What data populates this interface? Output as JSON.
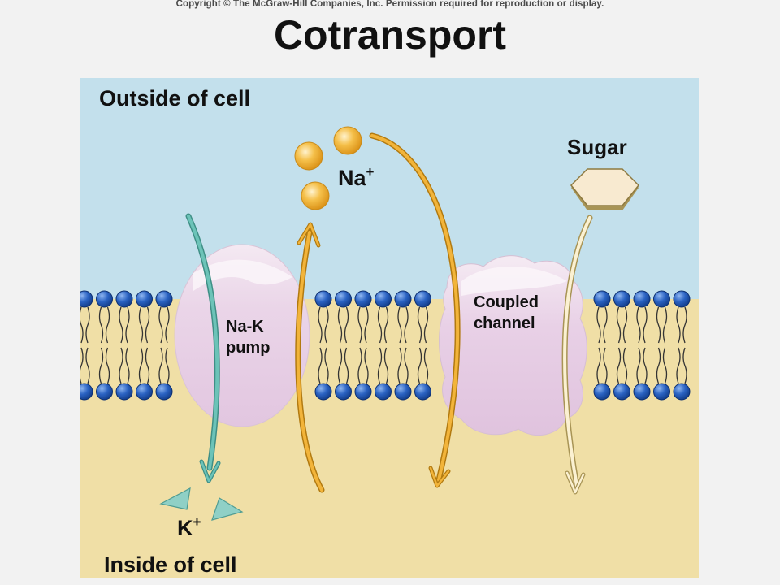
{
  "header": {
    "copyright": "Copyright © The McGraw-Hill Companies, Inc. Permission required for reproduction or display.",
    "title": "Cotransport"
  },
  "labels": {
    "outside": "Outside of cell",
    "inside": "Inside of cell",
    "na_ion": "Na",
    "na_charge": "+",
    "k_ion": "K",
    "k_charge": "+",
    "sugar": "Sugar",
    "pump_line1": "Na-K",
    "pump_line2": "pump",
    "channel_line1": "Coupled",
    "channel_line2": "channel"
  },
  "colors": {
    "outside_bg": "#c3e0ec",
    "inside_bg": "#f0dfa6",
    "protein": "#e9d2e6",
    "head": "#1f56b3",
    "na": "#f5b93a",
    "k": "#8fcfc6",
    "sugar": "#f6e7c3",
    "arrow_na": "#e8a92a",
    "arrow_k": "#5fb7ac",
    "arrow_sugar": "#e9dca3"
  },
  "icons": {
    "sodium_ion": "orange-sphere",
    "potassium_ion": "teal-triangle",
    "sugar_molecule": "hexagon"
  }
}
